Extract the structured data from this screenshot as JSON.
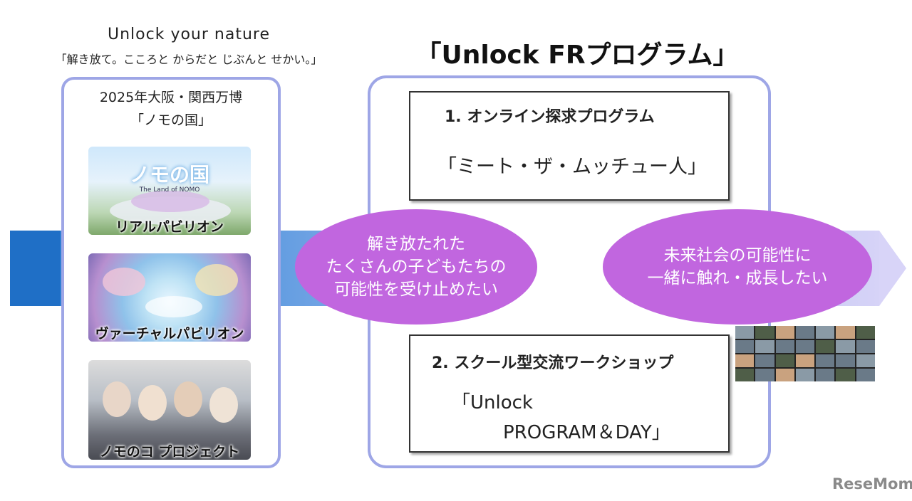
{
  "tagline": {
    "english": "Unlock your nature",
    "japanese": "「解き放て。こころと からだと じぶんと せかい。」"
  },
  "left_panel": {
    "title_line1": "2025年大阪・関西万博",
    "title_line2": "「ノモの国」",
    "items": [
      {
        "label": "リアルパビリオン",
        "logo_text": "ノモの国",
        "logo_sub": "The Land of NOMO"
      },
      {
        "label": "ヴァーチャルパビリオン"
      },
      {
        "label": "ノモのコ プロジェクト"
      }
    ]
  },
  "main_title": "「Unlock FRプログラム」",
  "programs": [
    {
      "heading": "1. オンライン探求プログラム",
      "subtitle": "「ミート・ザ・ムッチュー人」"
    },
    {
      "heading": "2. スクール型交流ワークショップ",
      "subtitle_line1": "「Unlock",
      "subtitle_line2": "PROGRAM＆DAY」"
    }
  ],
  "ellipses": [
    {
      "lines": [
        "解き放たれた",
        "たくさんの子どもたちの",
        "可能性を受け止めたい"
      ]
    },
    {
      "lines": [
        "未来社会の可能性に",
        "一緒に触れ・成長したい"
      ]
    }
  ],
  "colors": {
    "accent_purple": "#c166df",
    "panel_border": "#9ea6e6",
    "arrow_blue": "#1f6fc6"
  },
  "watermark": "ReseMom"
}
